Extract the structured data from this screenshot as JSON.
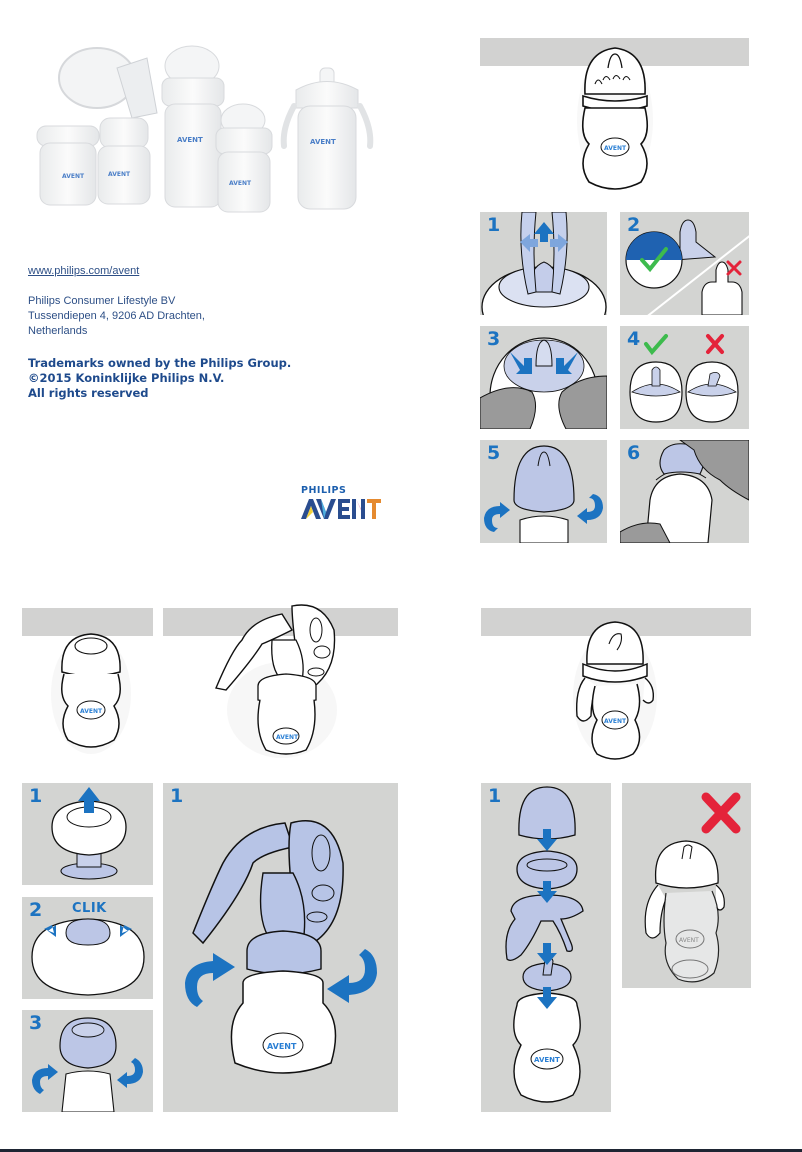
{
  "document": {
    "type": "Philips Avent product leaflet / assembly instructions",
    "brand_colors": {
      "accent_blue": "#1c73c1",
      "text_blue": "#2d4f86",
      "legal_blue": "#1e4a8c",
      "check_green": "#3dbb4d",
      "cross_red": "#e4233a",
      "part_tint": "#b7c4e6",
      "panel_gray": "#d3d4d2",
      "header_gray": "#d2d2d1"
    }
  },
  "contact": {
    "website": "www.philips.com/avent",
    "company": "Philips Consumer Lifestyle BV",
    "address_line1": "Tussendiepen 4, 9206 AD Drachten,",
    "address_line2": "Netherlands"
  },
  "legal": {
    "line1": "Trademarks owned by the Philips Group.",
    "line2": "©2015 Koninklijke Philips N.V.",
    "line3": "All rights reserved"
  },
  "logo": {
    "top": "PHILIPS",
    "bottom": "AVENT"
  },
  "hero_image": {
    "description": "Product range photo: breast pump, storage cups, feeding bottles, trainer cup",
    "items": [
      "storage cup",
      "manual breast pump",
      "large feeding bottle",
      "small feeding bottle",
      "trainer cup"
    ]
  },
  "bottle_label": "AVENT",
  "sections": {
    "feeding_bottle": {
      "header_label": "",
      "panels": [
        {
          "step": "1",
          "icon": "stretch-nipple-arrows-icon"
        },
        {
          "step": "2",
          "icons": [
            "check-icon",
            "cross-icon"
          ]
        },
        {
          "step": "3",
          "icon": "push-in-arrows-icon"
        },
        {
          "step": "4",
          "icons": [
            "check-icon",
            "cross-icon"
          ]
        },
        {
          "step": "5",
          "icon": "rotate-arrows-icon"
        },
        {
          "step": "6",
          "icon": "hand-cap-icon"
        }
      ]
    },
    "storage_cup": {
      "header_label": "",
      "panels": [
        {
          "step": "1",
          "icon": "arrow-up-icon"
        },
        {
          "step": "2",
          "label": "CLIK",
          "icon": "snap-arrows-icon"
        },
        {
          "step": "3",
          "icon": "rotate-arrows-icon"
        }
      ]
    },
    "breast_pump": {
      "header_label": "",
      "panels": [
        {
          "step": "1",
          "icon": "rotate-arrows-icon"
        }
      ]
    },
    "trainer_cup": {
      "header_label": "",
      "panels": [
        {
          "step": "1",
          "icon": "arrow-down-icon"
        },
        {
          "step": "",
          "icon": "cross-icon"
        }
      ]
    }
  }
}
